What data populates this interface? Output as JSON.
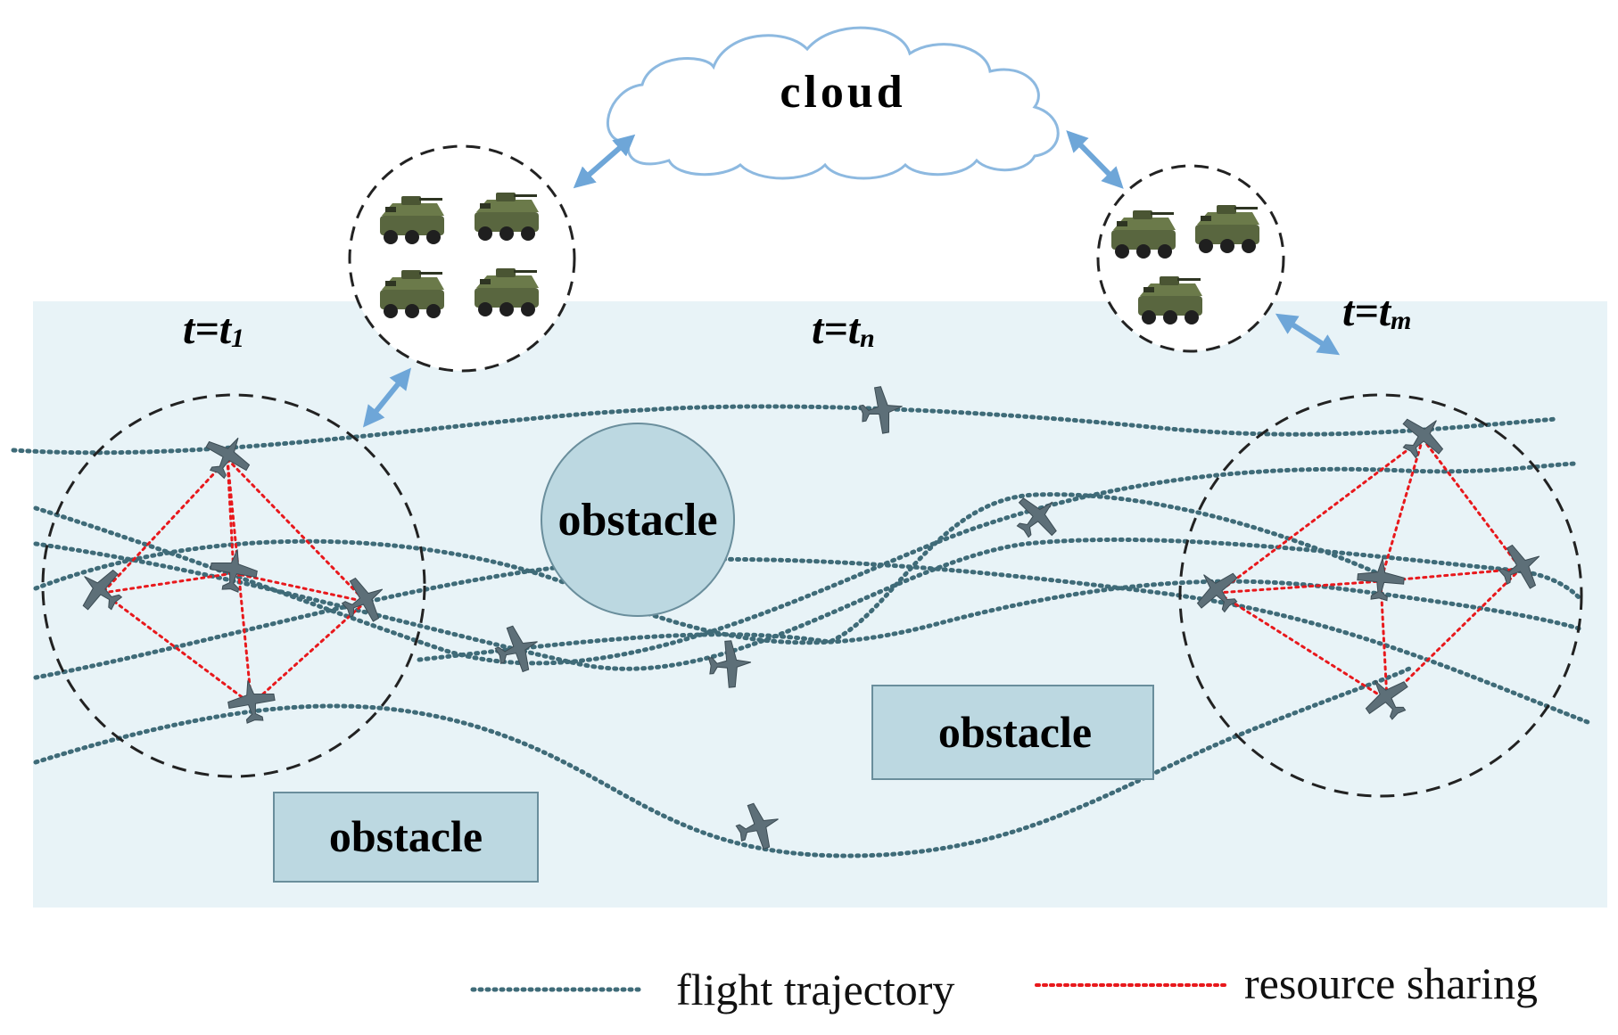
{
  "cloud": {
    "label": "cloud"
  },
  "times": {
    "t1": {
      "base": "t=t",
      "sub": "1"
    },
    "tn": {
      "base": "t=t",
      "sub": "n"
    },
    "tm": {
      "base": "t=t",
      "sub": "m"
    }
  },
  "obstacles": {
    "circle": "obstacle",
    "rect_right": "obstacle",
    "rect_left": "obstacle"
  },
  "legend": {
    "flight_trajectory": "flight trajectory",
    "resource_sharing": "resource sharing"
  },
  "colors": {
    "field_bg": "#e8f3f7",
    "trajectory": "#3f6b78",
    "sharing": "#e8181c",
    "link_arrow": "#6ea6d8",
    "cloud_stroke": "#8db9e0",
    "obstacle_fill": "#bcd8e1",
    "obstacle_stroke": "#6a8e9c",
    "uav": "#5d6f78",
    "vehicle": "#4e5c3a"
  },
  "icons": {
    "uav": "uav-icon",
    "vehicle": "armored-vehicle-icon"
  }
}
